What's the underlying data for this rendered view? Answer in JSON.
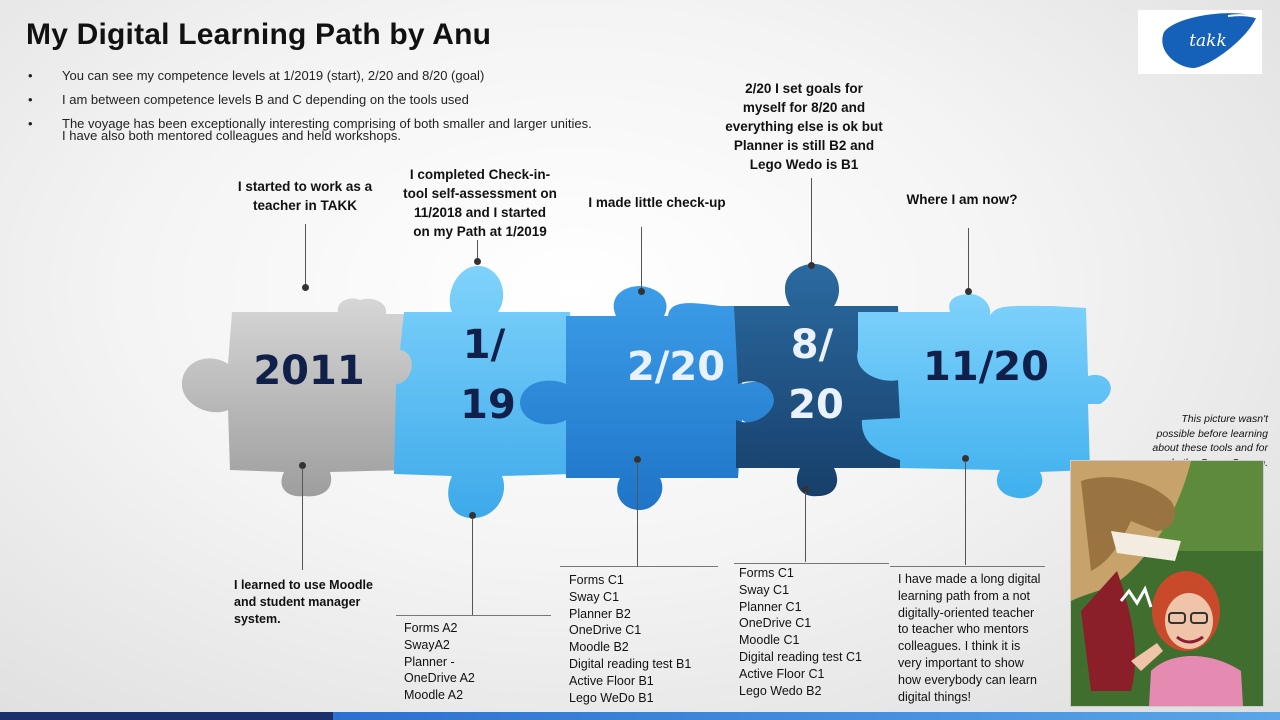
{
  "title": "My Digital Learning Path by Anu",
  "bullets": [
    [
      "You can see my competence levels at 1/2019  (start), 2/20 and 8/20 (goal)"
    ],
    [
      "I am between competence levels B and C depending on the tools used"
    ],
    [
      "The voyage has been exceptionally interesting comprising of both smaller and larger unities.",
      "I have also both mentored colleagues and held workshops."
    ]
  ],
  "logo_text": "takk",
  "top_captions": {
    "c2011": [
      "I started to work as a",
      "teacher in TAKK"
    ],
    "c119": [
      "I completed Check-in-",
      "tool self-assessment on",
      "11/2018 and I started",
      "on my Path at 1/2019"
    ],
    "c220": [
      "I made little check-up"
    ],
    "c820": [
      "2/20 I set goals for",
      "myself for 8/20 and",
      "everything else is ok but",
      "Planner is still B2 and",
      "Lego Wedo is B1"
    ],
    "c1120": [
      "Where I am now?"
    ]
  },
  "pieces": {
    "p2011": [
      "2011"
    ],
    "p119": [
      "1/",
      "19"
    ],
    "p220": [
      "2/20"
    ],
    "p820": [
      "8/",
      "20"
    ],
    "p1120": [
      "11/20"
    ]
  },
  "bottom": {
    "b2011": [
      "I learned to use Moodle",
      "and student manager",
      "system."
    ],
    "b119": [
      "Forms A2",
      "SwayA2",
      "Planner -",
      "OneDrive A2",
      "Moodle A2"
    ],
    "b220": [
      "Forms C1",
      "Sway C1",
      "Planner B2",
      "OneDrive C1",
      "Moodle B2",
      "Digital reading test B1",
      "Active Floor  B1",
      "Lego WeDo B1"
    ],
    "b820": [
      "Forms C1",
      "Sway C1",
      "Planner C1",
      "OneDrive C1",
      "Moodle C1",
      "Digital reading test C1",
      "Active Floor  C1",
      "Lego Wedo B2"
    ],
    "b1120": [
      "I have made a long digital",
      "learning path from a not",
      "digitally-oriented teacher",
      "to teacher who mentors",
      "colleagues. I think it is",
      "very important to show",
      "how everybody can learn",
      "digital things!"
    ]
  },
  "photo_caption": [
    "This picture wasn't",
    "possible before learning",
    "about these tools and for",
    "example the Green Screen."
  ],
  "colors": {
    "gray": "#b9b9b9",
    "light_blue": "#5bc3f5",
    "mid_blue": "#2b8be0",
    "dark_blue": "#1e5a8e",
    "sky_blue": "#62c4f3"
  }
}
